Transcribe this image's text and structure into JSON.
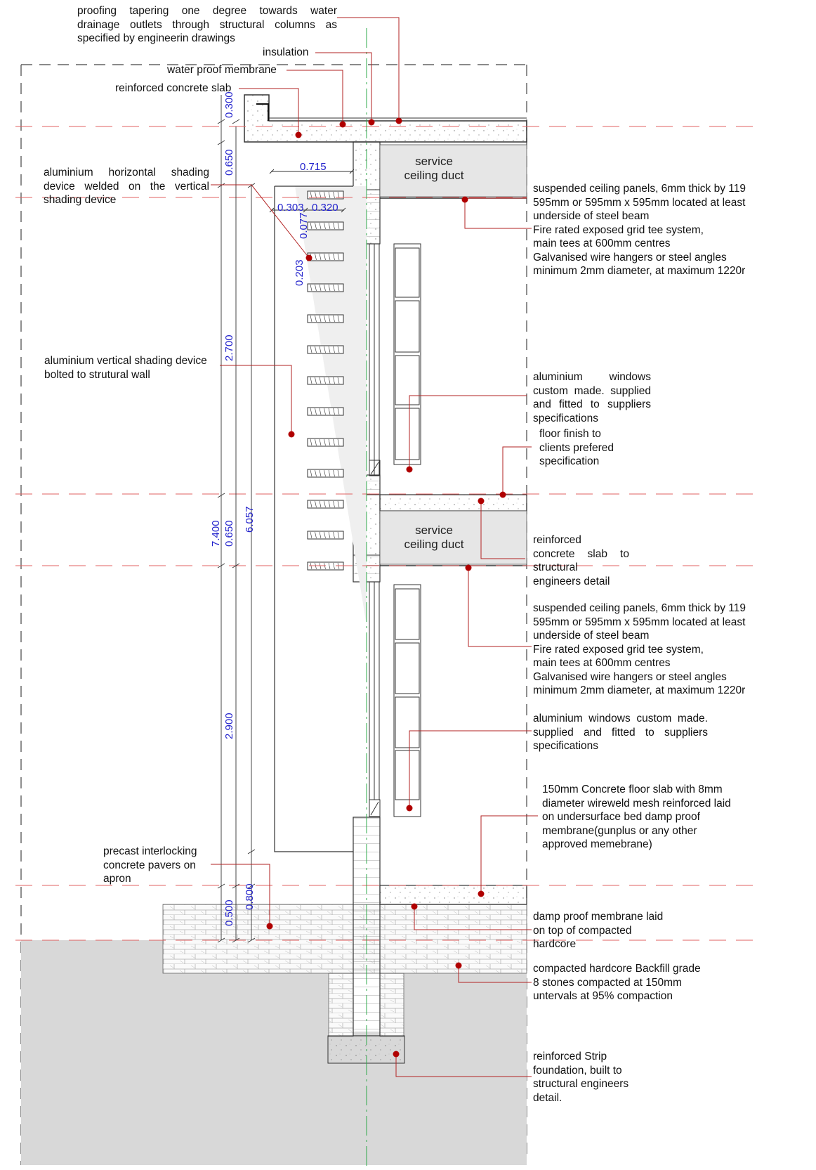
{
  "labels": {
    "roof_proofing": [
      "proofing tapering one degree towards water",
      "drainage outlets through structural columns as",
      "specified by engineerin drawings"
    ],
    "insulation": "insulation",
    "water_proof_membrane": "water proof membrane",
    "reinforced_concrete_slab": "reinforced concrete slab",
    "horizontal_shading": [
      "aluminium horizontal shading",
      "device welded on the vertical",
      "shading device"
    ],
    "vertical_shading": [
      "aluminium vertical shading device",
      "bolted to strutural wall"
    ],
    "precast_pavers": [
      "precast interlocking",
      "concrete pavers on",
      "apron"
    ],
    "ceiling_upper": [
      "suspended ceiling panels, 6mm thick by 119",
      "595mm or 595mm x 595mm located at least",
      "underside of steel beam",
      "Fire rated exposed grid tee system,",
      "main tees at 600mm centres",
      "Galvanised wire hangers or steel angles",
      "minimum 2mm diameter, at maximum 1220r"
    ],
    "windows_upper": [
      "aluminium windows",
      "custom made. supplied",
      "and fitted to suppliers",
      "specifications"
    ],
    "floor_finish": [
      "floor finish to",
      "clients prefered",
      "specification"
    ],
    "rc_slab_detail": [
      "reinforced",
      "concrete slab to",
      "structural",
      "engineers detail"
    ],
    "ceiling_lower": [
      "suspended ceiling panels, 6mm thick by 119",
      "595mm or 595mm x 595mm located at least",
      "underside of steel beam",
      "Fire rated exposed grid tee system,",
      "main tees at 600mm centres",
      "Galvanised wire hangers or steel angles",
      "minimum 2mm diameter, at maximum 1220r"
    ],
    "windows_lower": [
      "aluminium windows custom made.",
      "supplied and fitted to suppliers",
      "specifications"
    ],
    "floor_slab_150": [
      "150mm Concrete floor slab with 8mm",
      "diameter wireweld mesh reinforced laid",
      "on undersurface bed damp proof",
      "membrane(gunplus or any other",
      "approved memebrane)"
    ],
    "dpm": [
      "damp proof membrane laid",
      "on top of compacted",
      "hardcore"
    ],
    "hardcore": [
      "compacted hardcore Backfill grade",
      "8 stones compacted at 150mm",
      "untervals at 95% compaction"
    ],
    "strip_foundation": [
      "reinforced Strip",
      "foundation, built to",
      "structural engineers",
      "detail."
    ],
    "service_duct_upper": [
      "service",
      "ceiling duct"
    ],
    "service_duct_lower": [
      "service",
      "ceiling duct"
    ]
  },
  "dimensions": {
    "d0300": "0.300",
    "d0650a": "0.650",
    "d2700": "2.700",
    "d0650b": "0.650",
    "d2900": "2.900",
    "d0500": "0.500",
    "d0800": "0.800",
    "d7400": "7.400",
    "d6057": "6.057",
    "d0715": "0.715",
    "d0303": "0.303",
    "d0320": "0.320",
    "d0077": "0.077",
    "d0203": "0.203"
  },
  "colors": {
    "leader": "#b22222",
    "dot": "#b00000",
    "dimension_text": "#2222cc",
    "ground": "#d8d8d8",
    "duct": "#e6e6e6",
    "hidden_line": "#e06060",
    "centre_line": "#2ea84a"
  }
}
